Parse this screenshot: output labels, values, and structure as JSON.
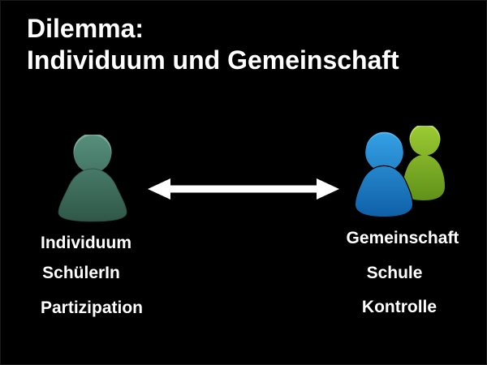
{
  "title": {
    "line1": "Dilemma:",
    "line2": "Individuum und Gemeinschaft"
  },
  "left_group": {
    "icon": "single-person-icon",
    "labels": [
      "Individuum",
      "SchülerIn",
      "Partizipation"
    ]
  },
  "right_group": {
    "icon": "two-persons-icon",
    "labels": [
      "Gemeinschaft",
      "Schule",
      "Kontrolle"
    ]
  },
  "arrow": {
    "type": "double-headed-horizontal",
    "color": "#ffffff"
  },
  "colors": {
    "background": "#000000",
    "text": "#ffffff",
    "person_single_top": "#578f7c",
    "person_single_bottom": "#2f5748",
    "person_single_rim": "#79ab96",
    "person_front_top": "#35a0e4",
    "person_front_bottom": "#0e5fa6",
    "person_front_rim": "#58b5ec",
    "person_back_top": "#9ccb33",
    "person_back_bottom": "#5f9019",
    "person_back_rim": "#b6da5e"
  }
}
